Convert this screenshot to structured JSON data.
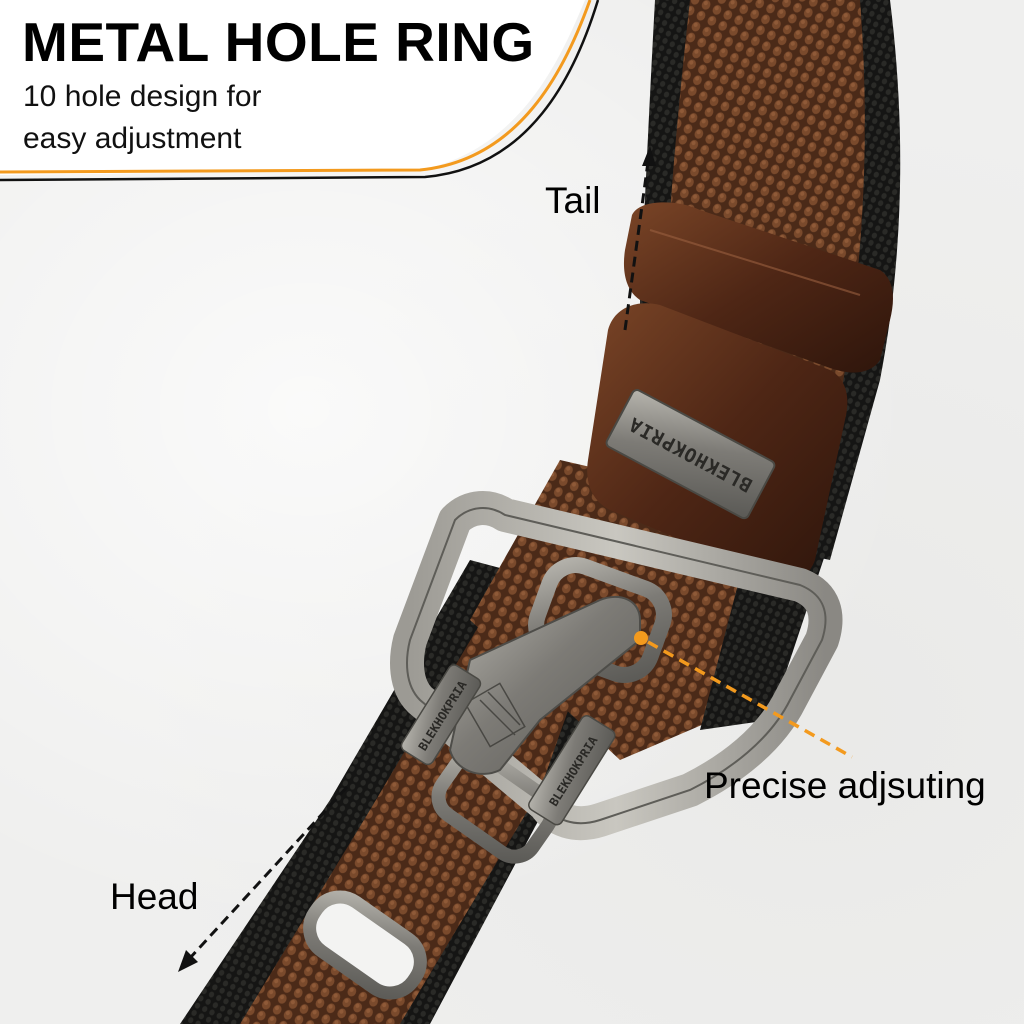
{
  "header": {
    "title": "METAL HOLE RING",
    "subtitle_line1": "10 hole design for",
    "subtitle_line2": "easy adjustment"
  },
  "callouts": {
    "tail": "Tail",
    "head": "Head",
    "precise": "Precise adjsuting"
  },
  "product": {
    "brand_engraving": "BLEKHOKPRIA",
    "hole_count": 10
  },
  "colors": {
    "accent_orange": "#f39a1e",
    "belt_brown": "#6b3f24",
    "belt_edge_black": "#1c1c1a",
    "leather_loop": "#5a2f1a",
    "metal": "#8c8a85",
    "background": "#f1f1f0"
  }
}
